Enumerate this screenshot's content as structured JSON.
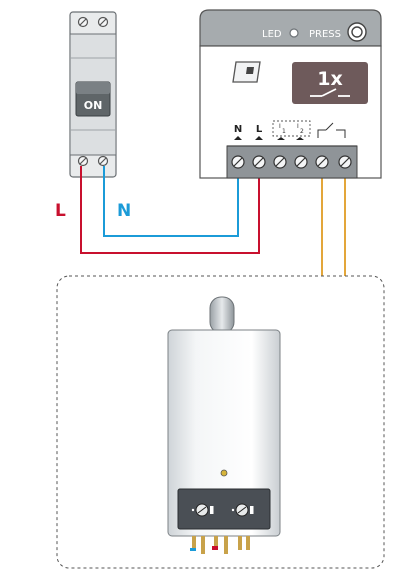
{
  "breaker": {
    "switch_label": "ON"
  },
  "wires": {
    "live_label": "L",
    "neutral_label": "N",
    "colors": {
      "live": "#c8102e",
      "neutral": "#1b9bd8",
      "signal": "#e3a63a"
    }
  },
  "module": {
    "led_label": "LED",
    "press_label": "PRESS",
    "mode_badge": "1x",
    "terminal_n": "N",
    "terminal_l": "L",
    "terminal_i1": "1",
    "terminal_i2": "2",
    "badge_color": "#6e5a5b"
  },
  "boiler": {
    "knob_count": 2
  }
}
